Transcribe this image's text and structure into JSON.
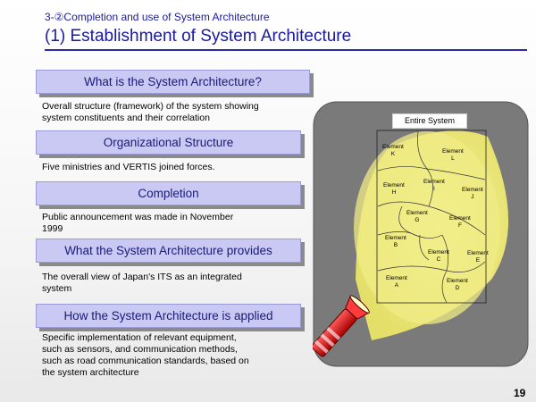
{
  "header": {
    "subtitle": "3-②Completion and use of System Architecture",
    "title": "(1) Establishment of System Architecture"
  },
  "sections": [
    {
      "heading": "What is the System Architecture?",
      "lines": [
        "Overall structure (framework) of the system showing",
        "system constituents and their correlation"
      ]
    },
    {
      "heading": "Organizational Structure",
      "lines": [
        "Five ministries and VERTIS joined forces."
      ]
    },
    {
      "heading": "Completion",
      "lines": [
        "Public announcement was made in November",
        "1999"
      ]
    },
    {
      "heading": "What the System Architecture provides",
      "lines": [
        "The overall view of Japan's ITS as an integrated",
        "system"
      ]
    },
    {
      "heading": "How the System Architecture is applied",
      "lines": [
        "Specific implementation of relevant equipment,",
        "such as sensors, and communication methods,",
        "such as road communication standards, based on",
        "the system architecture"
      ]
    }
  ],
  "diagram": {
    "entire_system_label": "Entire System",
    "elements": [
      {
        "line1": "Element",
        "line2": "K"
      },
      {
        "line1": "Element",
        "line2": "L"
      },
      {
        "line1": "Element",
        "line2": "H"
      },
      {
        "line1": "Element",
        "line2": "I"
      },
      {
        "line1": "Element",
        "line2": "J"
      },
      {
        "line1": "Element",
        "line2": "G"
      },
      {
        "line1": "Element",
        "line2": "F"
      },
      {
        "line1": "Element",
        "line2": "B"
      },
      {
        "line1": "Element",
        "line2": "C"
      },
      {
        "line1": "Element",
        "line2": "E"
      },
      {
        "line1": "Element",
        "line2": "A"
      },
      {
        "line1": "Element",
        "line2": "D"
      }
    ]
  },
  "page_number": "19"
}
